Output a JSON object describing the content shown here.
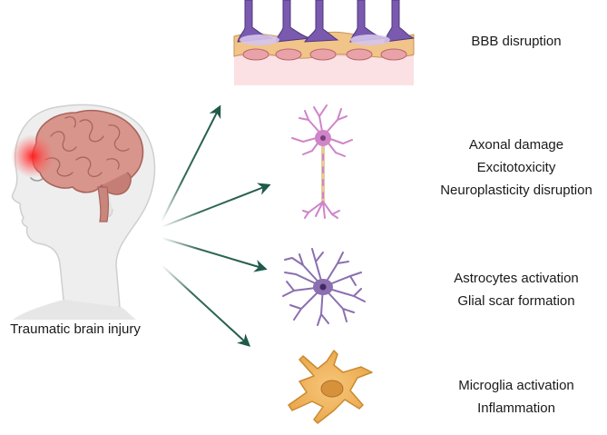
{
  "source": {
    "label": "Traumatic brain injury"
  },
  "effects": [
    {
      "id": "bbb",
      "lines": [
        "BBB disruption"
      ]
    },
    {
      "id": "neuron",
      "lines": [
        "Axonal damage",
        "Excitotoxicity",
        "Neuroplasticity disruption"
      ]
    },
    {
      "id": "astrocyte",
      "lines": [
        "Astrocytes activation",
        "Glial scar formation"
      ]
    },
    {
      "id": "microglia",
      "lines": [
        "Microglia activation",
        "Inflammation"
      ]
    }
  ],
  "colors": {
    "arrow": "#1f5a4a",
    "brain": "#c8867d",
    "injury": "#e53935",
    "neuron": "#cf84c9",
    "astrocyte": "#8b6fb0",
    "microglia": "#f2b25c",
    "vessel": "#6a4b9c"
  }
}
